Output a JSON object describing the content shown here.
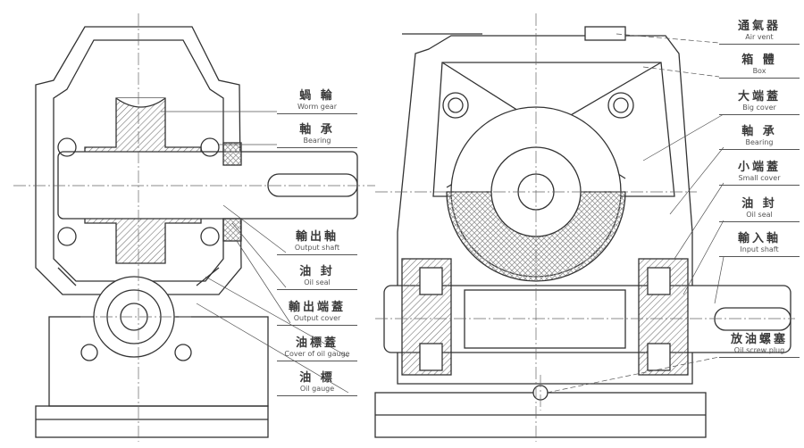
{
  "left_labels": [
    {
      "zh": "蝸 輪",
      "en": "Worm gear"
    },
    {
      "zh": "軸 承",
      "en": "Bearing"
    },
    {
      "zh": "輸出軸",
      "en": "Output shaft"
    },
    {
      "zh": "油 封",
      "en": "Oil seal"
    },
    {
      "zh": "輸出端蓋",
      "en": "Output cover"
    },
    {
      "zh": "油標蓋",
      "en": "Cover of oil gauge"
    },
    {
      "zh": "油 標",
      "en": "Oil gauge"
    }
  ],
  "right_labels": [
    {
      "zh": "通氣器",
      "en": "Air vent"
    },
    {
      "zh": "箱 體",
      "en": "Box"
    },
    {
      "zh": "大端蓋",
      "en": "Big cover"
    },
    {
      "zh": "軸 承",
      "en": "Bearing"
    },
    {
      "zh": "小端蓋",
      "en": "Small cover"
    },
    {
      "zh": "油 封",
      "en": "Oil seal"
    },
    {
      "zh": "輸入軸",
      "en": "Input shaft"
    },
    {
      "zh": "放油螺塞",
      "en": "Oil screw plug"
    }
  ],
  "colors": {
    "line": "#333333",
    "hatch": "#888888",
    "shade": "#9a9a9a"
  }
}
